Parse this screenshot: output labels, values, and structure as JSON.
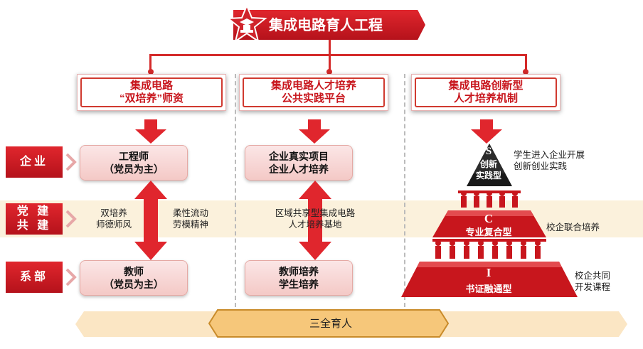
{
  "title": "集成电路育人工程",
  "columns": [
    {
      "line1": "集成电路",
      "line2": "“双培养”师资"
    },
    {
      "line1": "集成电路人才培养",
      "line2": "公共实践平台"
    },
    {
      "line1": "集成电路创新型",
      "line2": "人才培养机制"
    }
  ],
  "side_labels": {
    "enterprise": "企业",
    "party_line1": "党 建",
    "party_line2": "共 建",
    "department": "系部"
  },
  "col1": {
    "top_card_line1": "工程师",
    "top_card_line2": "（党员为主）",
    "bottom_card_line1": "教师",
    "bottom_card_line2": "（党员为主）",
    "left_text_line1": "双培养",
    "left_text_line2": "师德师风",
    "right_text_line1": "柔性流动",
    "right_text_line2": "劳模精神"
  },
  "col2": {
    "top_card_line1": "企业真实项目",
    "top_card_line2": "企业人才培养",
    "bottom_card_line1": "教师培养",
    "bottom_card_line2": "学生培养",
    "mid_text_line1": "区域共享型集成电路",
    "mid_text_line2": "人才培养基地"
  },
  "col3": {
    "pyramid": [
      {
        "letter": "S",
        "line1": "创新",
        "line2": "实践型",
        "note_line1": "学生进入企业开展",
        "note_line2": "创新创业实践"
      },
      {
        "letter": "C",
        "line1": "专业复合型",
        "note_line1": "校企联合培养"
      },
      {
        "letter": "I",
        "line1": "书证融通型",
        "note_line1": "校企共同",
        "note_line2": "开发课程"
      }
    ]
  },
  "bottom": "三全育人",
  "colors": {
    "red": "#c8161d",
    "band": "#fbf1dc",
    "bottom_band": "#fbe8c8"
  }
}
